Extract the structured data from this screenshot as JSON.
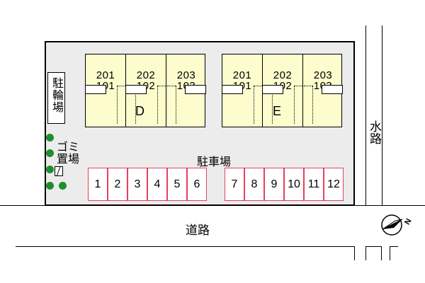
{
  "buildings": [
    {
      "letter": "D",
      "units": [
        {
          "upper": "201",
          "lower": "101"
        },
        {
          "upper": "202",
          "lower": "102"
        },
        {
          "upper": "203",
          "lower": "103"
        }
      ]
    },
    {
      "letter": "E",
      "units": [
        {
          "upper": "201",
          "lower": "101"
        },
        {
          "upper": "202",
          "lower": "102"
        },
        {
          "upper": "203",
          "lower": "103"
        }
      ]
    }
  ],
  "labels": {
    "bicycle_parking": "駐輪場",
    "garbage_area_line1": "ゴミ",
    "garbage_area_line2": "置場",
    "parking_lot": "駐車場",
    "road": "道路",
    "waterway": "水路"
  },
  "parking_spaces": [
    "1",
    "2",
    "3",
    "4",
    "5",
    "6",
    "7",
    "8",
    "9",
    "10",
    "11",
    "12"
  ],
  "colors": {
    "building_fill": "#fcfccd",
    "lot_fill": "#ececec",
    "parking_border": "#e8405a",
    "tree": "#1f8f2e"
  },
  "icons": {
    "north": "compass-north-icon",
    "tree": "tree-icon"
  },
  "compass": {
    "label": "N"
  }
}
